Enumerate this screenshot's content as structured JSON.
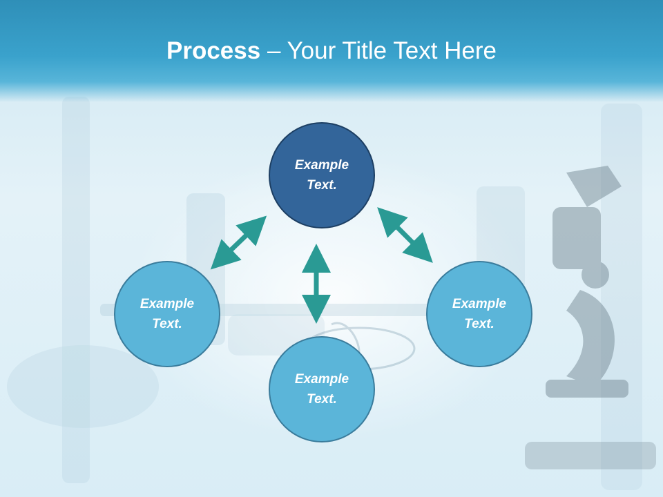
{
  "slide": {
    "title_bold": "Process",
    "title_dash": "–",
    "title_rest": "Your Title Text Here"
  },
  "colors": {
    "header": "#3aa2cc",
    "center_node": "#33659a",
    "outer_node": "#5bb5d9",
    "arrow": "#2a9a94"
  },
  "nodes": [
    {
      "id": "top",
      "text": "Example Text."
    },
    {
      "id": "left",
      "text": "Example Text."
    },
    {
      "id": "right",
      "text": "Example Text."
    },
    {
      "id": "bottom",
      "text": "Example Text."
    }
  ]
}
